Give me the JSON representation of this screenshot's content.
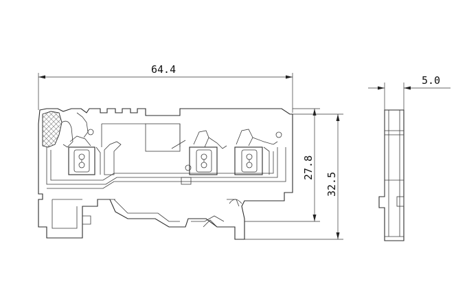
{
  "dimensions": {
    "width_overall": "64.4",
    "height_inner": "27.8",
    "height_overall": "32.5",
    "thickness": "5.0"
  },
  "colors": {
    "line": "#2a2a2a",
    "background": "#ffffff"
  }
}
